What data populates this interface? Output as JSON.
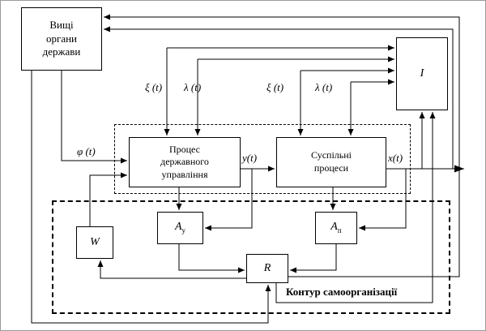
{
  "diagram": {
    "boxes": {
      "higher_organs": {
        "lines": [
          "Вищі",
          "органи",
          "держави"
        ]
      },
      "info": {
        "label": "I"
      },
      "process_gov": {
        "lines": [
          "Процес",
          "державного",
          "управління"
        ]
      },
      "social": {
        "lines": [
          "Суспільні",
          "процеси"
        ]
      },
      "w": {
        "label": "W"
      },
      "ay": {
        "label": "A",
        "sub": "у"
      },
      "ap": {
        "label": "A",
        "sub": "п"
      },
      "r": {
        "label": "R"
      }
    },
    "signals": {
      "xi1": "ξ (t)",
      "lambda1": "λ (t)",
      "xi2": "ξ (t)",
      "lambda2": "λ (t)",
      "phi": "φ (t)",
      "y": "y(t)",
      "x": "x(t)"
    },
    "contour_label": "Контур самоорганізації",
    "colors": {
      "line": "#000000",
      "background": "#ffffff"
    }
  }
}
